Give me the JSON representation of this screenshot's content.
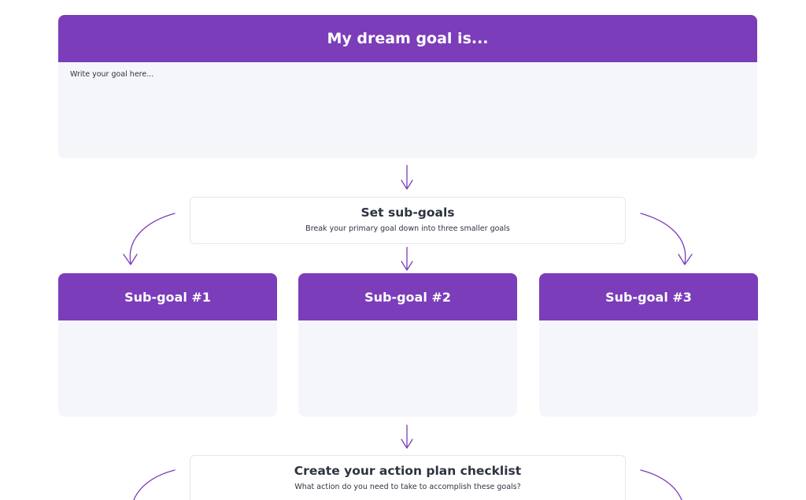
{
  "dream": {
    "title": "My dream goal is...",
    "placeholder": "Write your goal here..."
  },
  "subgoals": {
    "title": "Set sub-goals",
    "subtitle": "Break your primary goal down into three smaller goals",
    "items": [
      {
        "label": "Sub-goal #1"
      },
      {
        "label": "Sub-goal #2"
      },
      {
        "label": "Sub-goal #3"
      }
    ]
  },
  "action": {
    "title": "Create your action plan checklist",
    "subtitle": "What action do you need to take to accomplish these goals?"
  },
  "colors": {
    "accent": "#7b3db9",
    "card_background": "#f5f6fa",
    "text": "#2d3340",
    "border": "#e4e6ec"
  },
  "icons": {
    "connector": "arrow-down-icon",
    "branch_left": "curved-arrow-left-icon",
    "branch_right": "curved-arrow-right-icon"
  }
}
